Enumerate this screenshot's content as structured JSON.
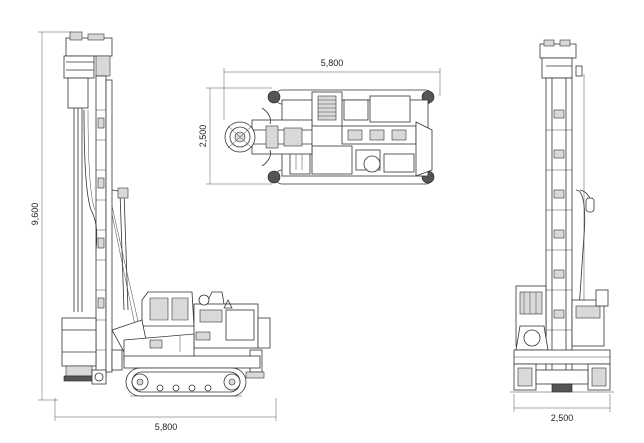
{
  "dimensions": {
    "side_height": "9,600",
    "side_length": "5,800",
    "top_length": "5,800",
    "top_width": "2,500",
    "front_width": "2,500"
  }
}
